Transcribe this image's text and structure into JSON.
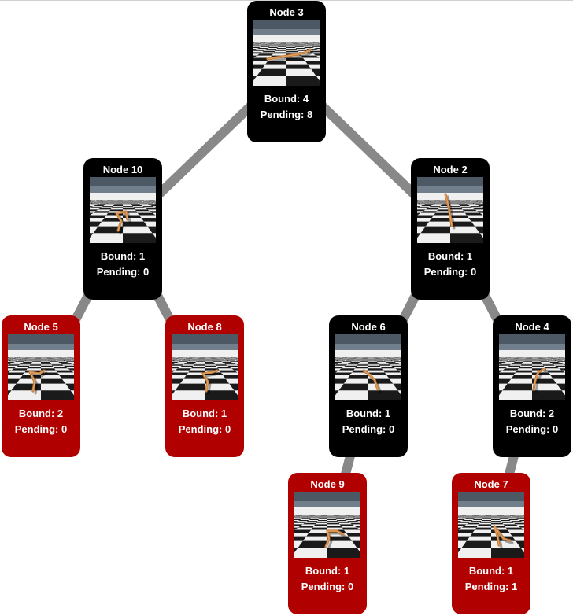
{
  "colors": {
    "active_node": "#000000",
    "leaf_node": "#b10000",
    "edge": "#888888",
    "node_text": "#ffffff"
  },
  "tree": {
    "nodes": [
      {
        "id": "3",
        "title": "Node 3",
        "bound": "Bound: 4",
        "pending": "Pending: 8",
        "status": "black"
      },
      {
        "id": "10",
        "title": "Node 10",
        "bound": "Bound: 1",
        "pending": "Pending: 0",
        "status": "black"
      },
      {
        "id": "2",
        "title": "Node 2",
        "bound": "Bound: 1",
        "pending": "Pending: 0",
        "status": "black"
      },
      {
        "id": "5",
        "title": "Node 5",
        "bound": "Bound: 2",
        "pending": "Pending: 0",
        "status": "red"
      },
      {
        "id": "8",
        "title": "Node 8",
        "bound": "Bound: 1",
        "pending": "Pending: 0",
        "status": "red"
      },
      {
        "id": "6",
        "title": "Node 6",
        "bound": "Bound: 1",
        "pending": "Pending: 0",
        "status": "black"
      },
      {
        "id": "4",
        "title": "Node 4",
        "bound": "Bound: 2",
        "pending": "Pending: 0",
        "status": "black"
      },
      {
        "id": "9",
        "title": "Node 9",
        "bound": "Bound: 1",
        "pending": "Pending: 0",
        "status": "red"
      },
      {
        "id": "7",
        "title": "Node 7",
        "bound": "Bound: 1",
        "pending": "Pending: 1",
        "status": "red"
      }
    ],
    "edges": [
      {
        "from": "3",
        "to": "10"
      },
      {
        "from": "3",
        "to": "2"
      },
      {
        "from": "10",
        "to": "5"
      },
      {
        "from": "10",
        "to": "8"
      },
      {
        "from": "2",
        "to": "6"
      },
      {
        "from": "2",
        "to": "4"
      },
      {
        "from": "6",
        "to": "9"
      },
      {
        "from": "4",
        "to": "7"
      }
    ]
  }
}
